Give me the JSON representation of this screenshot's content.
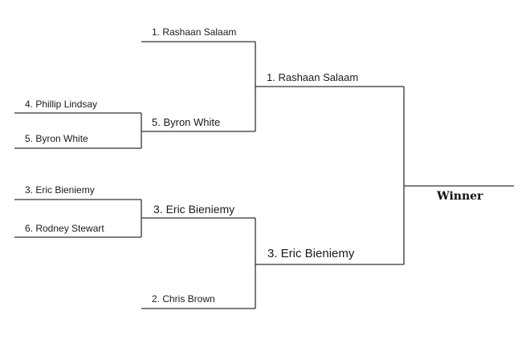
{
  "bracket": {
    "round1": {
      "phillip_lindsay": "4. Phillip Lindsay",
      "byron_white": "5. Byron White",
      "eric_bieniemy": "3. Eric Bieniemy",
      "rodney_stewart": "6. Rodney Stewart"
    },
    "round2": {
      "rashaan_salaam": "1. Rashaan Salaam",
      "byron_white": "5. Byron White",
      "eric_bieniemy": "3. Eric Bieniemy",
      "chris_brown": "2. Chris Brown"
    },
    "semifinal": {
      "top": "1. Rashaan Salaam",
      "bottom": "3. Eric Bieniemy"
    },
    "winner_label": "Winner"
  },
  "colors": {
    "line": "#333333",
    "text": "#1a1a1a",
    "background": "#ffffff"
  }
}
